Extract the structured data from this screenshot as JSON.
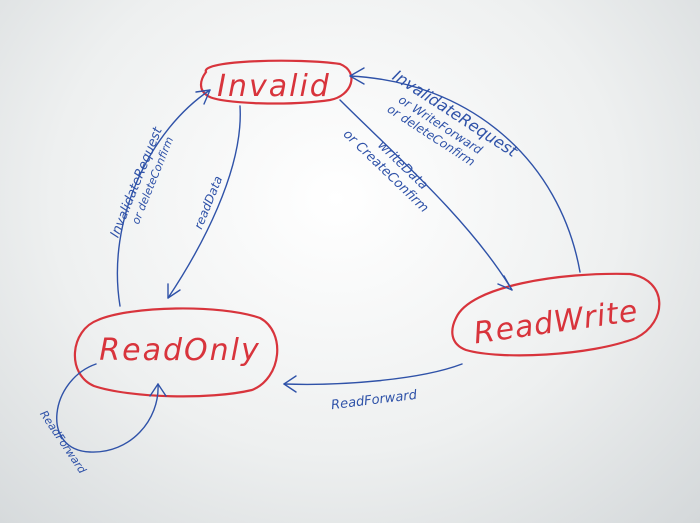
{
  "colors": {
    "state": "#d8343c",
    "transition": "#2f52a8",
    "board": "#f2f4f4"
  },
  "states": {
    "invalid": {
      "label": "Invalid"
    },
    "readwrite": {
      "label": "ReadWrite"
    },
    "readonly": {
      "label": "ReadOnly"
    }
  },
  "transitions": {
    "readwrite_to_invalid": {
      "line1": "InvalidateRequest",
      "line2": "or WriteForward",
      "line3": "or deleteConfirm"
    },
    "invalid_to_readwrite": {
      "line1": "writeData",
      "line2": "or CreateConfirm"
    },
    "readwrite_to_readonly": {
      "line1": "ReadForward"
    },
    "invalid_to_readonly": {
      "line1": "readData"
    },
    "readonly_to_invalid": {
      "line1": "InvalidateRequest",
      "line2": "or deleteConfirm"
    },
    "readonly_self": {
      "line1": "ReadForward"
    }
  }
}
